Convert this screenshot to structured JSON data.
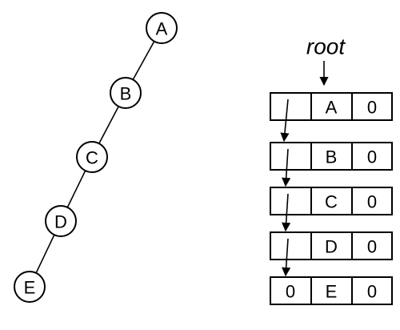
{
  "tree": {
    "nodes": [
      "A",
      "B",
      "C",
      "D",
      "E"
    ]
  },
  "list": {
    "root_label": "root",
    "records": [
      {
        "left": "",
        "value": "A",
        "right": "0"
      },
      {
        "left": "",
        "value": "B",
        "right": "0"
      },
      {
        "left": "",
        "value": "C",
        "right": "0"
      },
      {
        "left": "",
        "value": "D",
        "right": "0"
      },
      {
        "left": "0",
        "value": "E",
        "right": "0"
      }
    ]
  }
}
